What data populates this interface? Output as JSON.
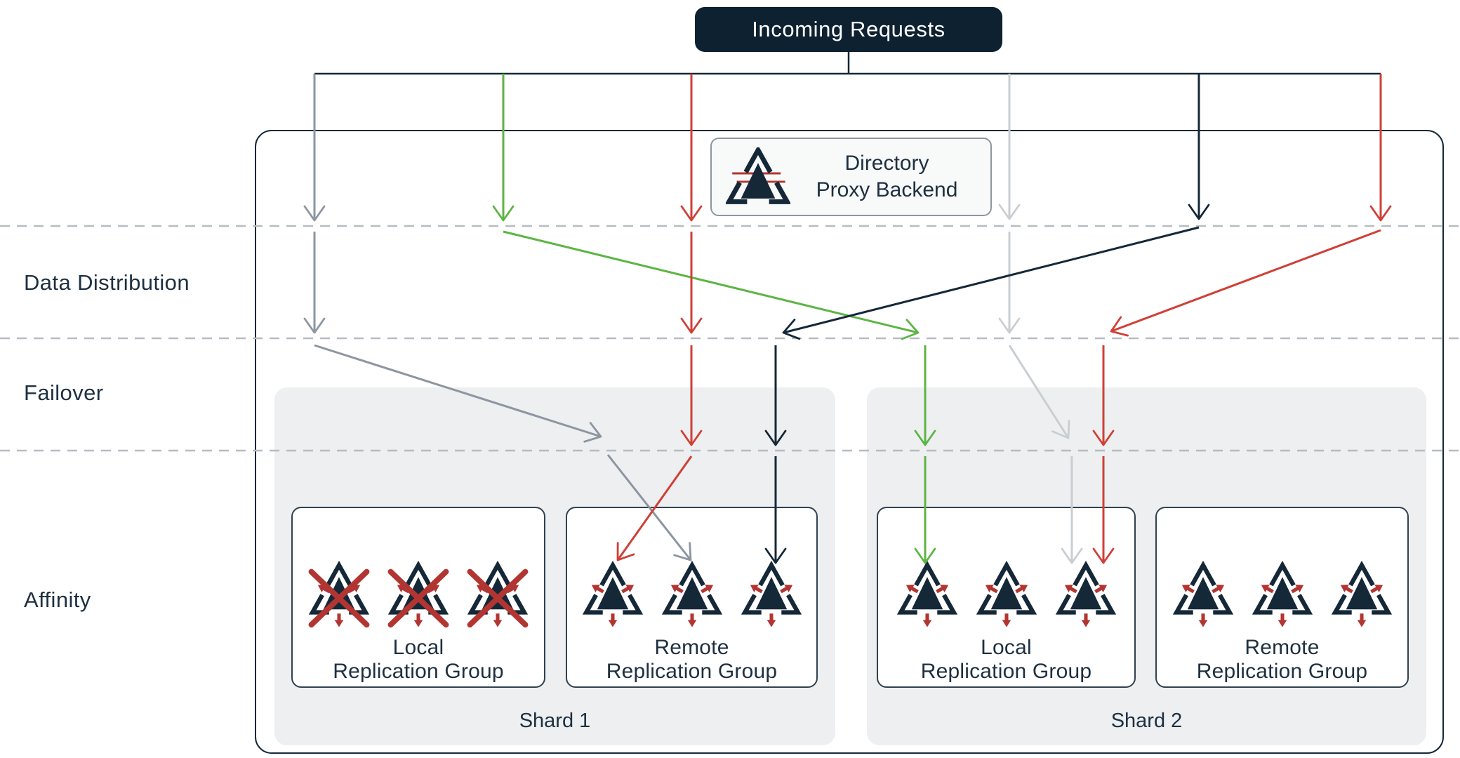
{
  "colors": {
    "navy": "#152838",
    "flow_red": "#cf4037",
    "icon_red": "#b23531",
    "green": "#5db544",
    "gray": "#8d96a0",
    "light_gray": "#c9ced3",
    "dashed": "#b6bcc1",
    "shard_bg": "#edeff0",
    "box_border": "#31414f",
    "proxy_bg": "#f8f9f9",
    "proxy_border": "#8e979e",
    "badge_bg": "#0e2130",
    "badge_text": "#ffffff",
    "text": "#1e3040"
  },
  "header": {
    "incoming_requests_label": "Incoming Requests"
  },
  "proxy": {
    "title_line1": "Directory",
    "title_line2": "Proxy Backend",
    "icon": "directory-proxy-icon"
  },
  "bands": [
    {
      "label": "Data Distribution"
    },
    {
      "label": "Failover"
    },
    {
      "label": "Affinity"
    }
  ],
  "shards": [
    {
      "label": "Shard 1",
      "groups": [
        {
          "label_line1": "Local",
          "label_line2": "Replication Group",
          "nodes": [
            "down",
            "down",
            "down"
          ]
        },
        {
          "label_line1": "Remote",
          "label_line2": "Replication Group",
          "nodes": [
            "up",
            "up",
            "up"
          ]
        }
      ]
    },
    {
      "label": "Shard 2",
      "groups": [
        {
          "label_line1": "Local",
          "label_line2": "Replication Group",
          "nodes": [
            "up",
            "up",
            "up"
          ]
        },
        {
          "label_line1": "Remote",
          "label_line2": "Replication Group",
          "nodes": [
            "up",
            "up",
            "up"
          ]
        }
      ]
    }
  ],
  "flows": [
    {
      "id": "flow-1",
      "color": "gray",
      "target": "Shard 1 Remote Replication Group node 2"
    },
    {
      "id": "flow-2",
      "color": "green",
      "target": "Shard 2 Local Replication Group node 1"
    },
    {
      "id": "flow-3",
      "color": "red",
      "target": "Shard 1 Remote Replication Group node 1"
    },
    {
      "id": "flow-4",
      "color": "light-gray",
      "target": "Shard 2 Local Replication Group node 3"
    },
    {
      "id": "flow-5",
      "color": "navy",
      "target": "Shard 1 Remote Replication Group node 3"
    },
    {
      "id": "flow-6",
      "color": "red",
      "target": "Shard 2 Local Replication Group node 3"
    }
  ]
}
